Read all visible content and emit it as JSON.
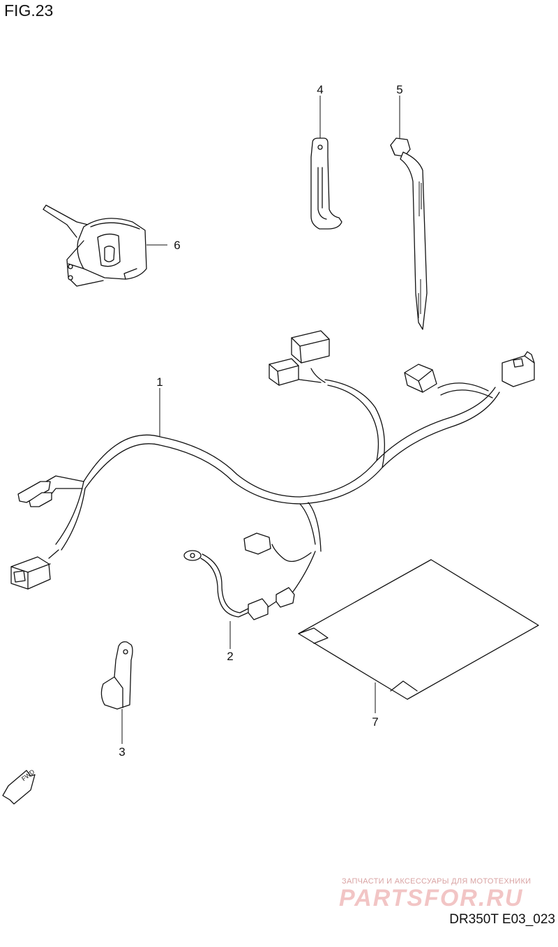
{
  "figure": {
    "title": "FIG.23",
    "code": "DR350T E03_023"
  },
  "callouts": [
    {
      "id": "1",
      "label": "1"
    },
    {
      "id": "2",
      "label": "2"
    },
    {
      "id": "3",
      "label": "3"
    },
    {
      "id": "4",
      "label": "4"
    },
    {
      "id": "5",
      "label": "5"
    },
    {
      "id": "6",
      "label": "6"
    },
    {
      "id": "7",
      "label": "7"
    }
  ],
  "fwd_arrow": {
    "label": "FWD",
    "icon": "fwd-arrow-icon"
  },
  "watermark": {
    "tagline": "ЗАПЧАСТИ И АКСЕССУАРЫ ДЛЯ МОТОТЕХНИКИ",
    "logo": "PARTSFOR.RU"
  }
}
